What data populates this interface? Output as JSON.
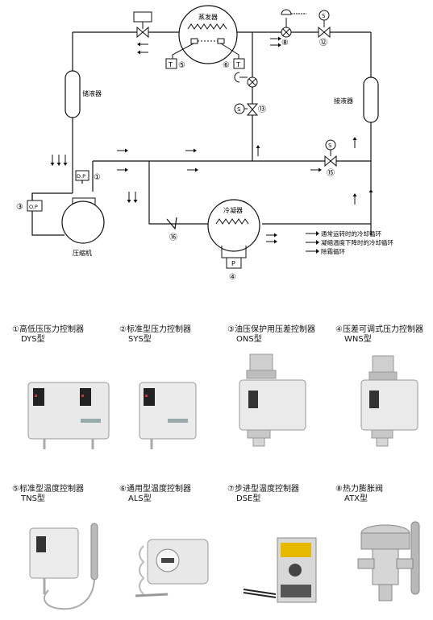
{
  "diagram": {
    "labels": {
      "evaporator": "蒸发器",
      "receiver_left": "储液器",
      "receiver_right": "接液器",
      "compressor": "压缩机",
      "condenser": "冷凝器",
      "op_small": "O.P",
      "dp_small": "D.P",
      "p_box": "P",
      "t_box": "T",
      "s_mark": "S"
    },
    "markers": {
      "m1": "①",
      "m3": "③",
      "m4": "④",
      "m5": "⑤",
      "m6": "⑥",
      "m8": "⑧",
      "m12": "⑫",
      "m13": "⑬",
      "m15": "⑮",
      "m16": "⑯"
    },
    "legend": [
      "通常运转时的冷却循环",
      "凝缩温度下降时的冷却循环",
      "除霜循环"
    ]
  },
  "products": [
    {
      "title": "①高低压压力控制器",
      "model": "DYS型",
      "icon": "dual-pressure-switch-photo"
    },
    {
      "title": "②标准型压力控制器",
      "model": "SYS型",
      "icon": "pressure-switch-photo"
    },
    {
      "title": "③油压保护用压差控制器",
      "model": "ONS型",
      "icon": "oil-differential-switch-photo"
    },
    {
      "title": "④压差可调式压力控制器",
      "model": "WNS型",
      "icon": "adjustable-differential-switch-photo"
    },
    {
      "title": "⑤标准型温度控制器",
      "model": "TNS型",
      "icon": "thermostat-with-bulb-photo"
    },
    {
      "title": "⑥通用型温度控制器",
      "model": "ALS型",
      "icon": "general-thermostat-photo"
    },
    {
      "title": "⑦步进型温度控制器",
      "model": "DSE型",
      "icon": "step-thermostat-photo"
    },
    {
      "title": "⑧热力膨胀阀",
      "model": "ATX型",
      "icon": "expansion-valve-photo"
    }
  ]
}
